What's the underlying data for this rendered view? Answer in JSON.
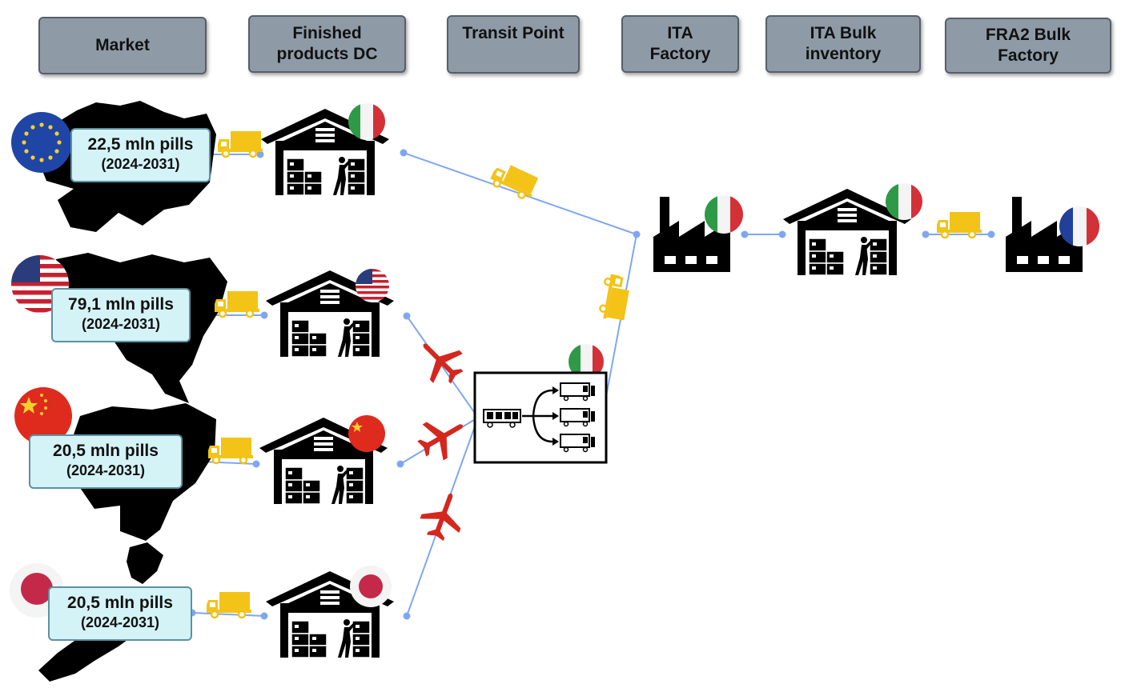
{
  "headers": {
    "market": "Market",
    "finished_dc": "Finished\nproducts DC",
    "transit_point": "Transit Point",
    "ita_factory": "ITA\nFactory",
    "ita_bulk": "ITA  Bulk\ninventory",
    "fra2_bulk": "FRA2 Bulk\nFactory"
  },
  "markets": [
    {
      "region": "eu-flag",
      "value": "22,5 mln pills",
      "period": "(2024-2031)"
    },
    {
      "region": "us-flag",
      "value": "79,1 mln pills",
      "period": "(2024-2031)"
    },
    {
      "region": "china-flag",
      "value": "20,5 mln pills",
      "period": "(2024-2031)"
    },
    {
      "region": "japan-flag",
      "value": "20,5 mln pills",
      "period": "(2024-2031)"
    }
  ],
  "colors": {
    "header_fill": "#8e9ba7",
    "pill_fill": "#d4f3f6",
    "link": "#7fa7f0",
    "truck": "#f3c318",
    "plane": "#d4271e"
  },
  "icons": [
    "truck-icon",
    "warehouse-icon",
    "factory-icon",
    "plane-icon",
    "transit-hub-icon",
    "flag-icon"
  ]
}
